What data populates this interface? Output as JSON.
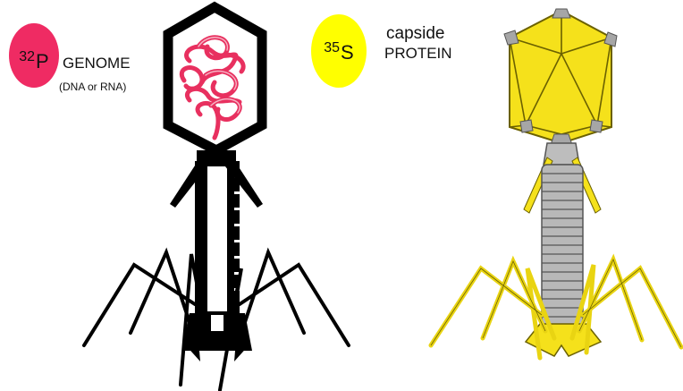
{
  "left_panel": {
    "isotope_mass": "32",
    "isotope_symbol": "P",
    "label_main": "GENOME",
    "label_sub": "(DNA or RNA)",
    "badge_color": "#ef2b63",
    "genome_color": "#e8305f"
  },
  "right_panel": {
    "isotope_mass": "35",
    "isotope_symbol": "S",
    "label_top": "capside",
    "label_main": "PROTEIN",
    "badge_color": "#ffff00",
    "capsid_color": "#f5e11b"
  }
}
